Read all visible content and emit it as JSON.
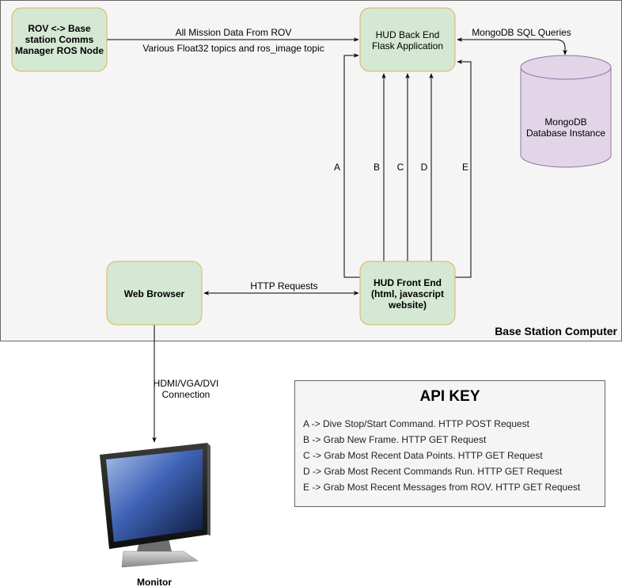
{
  "base_station": {
    "label": "Base Station Computer",
    "fill": "#f5f5f5",
    "stroke": "#666666"
  },
  "nodes": {
    "rov_comms": {
      "lines": [
        "ROV <-> Base",
        "station Comms",
        "Manager ROS Node"
      ]
    },
    "hud_back_end": {
      "lines": [
        "HUD Back End",
        "Flask Application"
      ]
    },
    "mongodb": {
      "lines": [
        "MongoDB",
        "Database Instance"
      ]
    },
    "web_browser": {
      "lines": [
        "Web Browser"
      ]
    },
    "hud_front_end": {
      "lines": [
        "HUD Front End",
        "(html, javascript",
        "website)"
      ]
    },
    "monitor": {
      "label": "Monitor",
      "icon": "monitor-icon"
    }
  },
  "edges": {
    "rov_to_back_end": {
      "label_top": "All Mission Data From ROV",
      "label_bottom": "Various Float32 topics and ros_image topic"
    },
    "back_end_mongodb": {
      "label": "MongoDB SQL Queries"
    },
    "browser_front_end": {
      "label": "HTTP Requests"
    },
    "browser_monitor": {
      "lines": [
        "HDMI/VGA/DVI",
        "Connection"
      ]
    },
    "api_a": {
      "label": "A"
    },
    "api_b": {
      "label": "B"
    },
    "api_c": {
      "label": "C"
    },
    "api_d": {
      "label": "D"
    },
    "api_e": {
      "label": "E"
    }
  },
  "api_key": {
    "title": "API KEY",
    "items": [
      "A -> Dive Stop/Start Command. HTTP POST Request",
      "B -> Grab New Frame. HTTP GET Request",
      "C -> Grab Most Recent Data Points. HTTP GET Request",
      "D -> Grab Most Recent Commands Run. HTTP GET Request",
      "E -> Grab Most Recent Messages from ROV. HTTP GET Request"
    ]
  },
  "colors": {
    "process_fill": "#d5e8d4",
    "process_stroke": "#82b366",
    "database_fill": "#e1d5e7",
    "database_stroke": "#9673a6"
  }
}
